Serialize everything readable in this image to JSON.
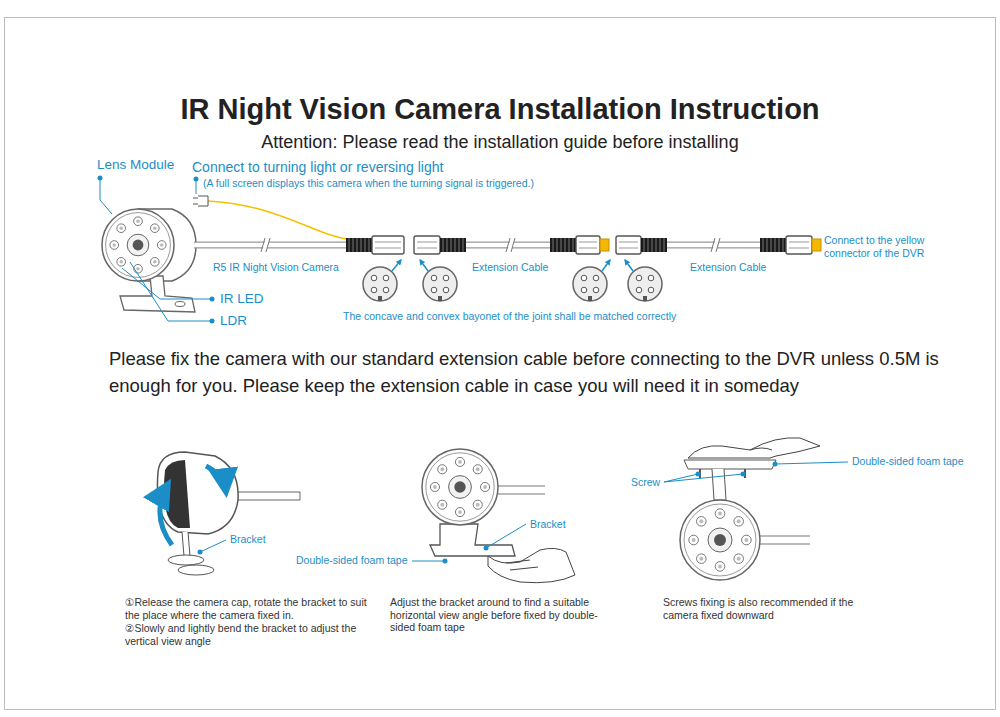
{
  "diagram": {
    "title": "IR Night Vision Camera Installation Instruction",
    "labels": [
      "Attention: Please read the installation guide before installing",
      "Lens Module",
      "Connect to turning light or reversing light",
      "(A full screen displays this camera when the turning signal is triggered.)",
      "R5 IR Night Vision Camera",
      "Extension Cable",
      "Extension Cable",
      "Connect to the yellow connector of the DVR",
      "IR LED",
      "LDR",
      "The concave and convex bayonet of the joint shall be matched correctly",
      "Please fix the camera with our standard extension cable before connecting to the DVR unless 0.5M is enough for you. Please keep the extension cable in case you will need it in someday",
      "Bracket",
      "①Release the camera cap, rotate the bracket to suit the place where the camera fixed in.",
      "②Slowly and lightly bend the bracket to adjust the vertical view angle",
      "Bracket",
      "Double-sided foam tape",
      "Adjust the bracket around to find a suitable horizontal view angle before fixed by double-sided foam tape",
      "Screw",
      "Double-sided foam tape",
      "Screws fixing is also recommended if the camera fixed downward"
    ]
  }
}
